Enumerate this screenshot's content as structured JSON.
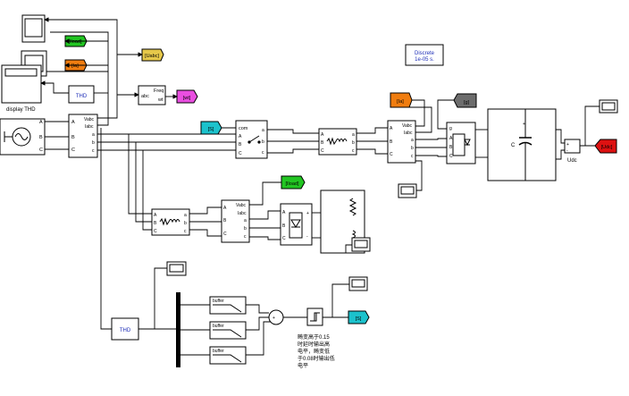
{
  "tags": {
    "iload_top": "[Iload]",
    "ia_left": "[Ia]",
    "uabc": "[Uabc]",
    "wt": "[wt]",
    "s_from": "[S]",
    "ia_right": "[Ia]",
    "g": "[g]",
    "iload_mid": "[Iload]",
    "s_goto": "[S]",
    "udc": "[Udc]"
  },
  "blocks": {
    "display_thd_label": "display THD",
    "thd_top": "THD",
    "thd_bottom": "THD",
    "freq": "Freq",
    "abc": "abc",
    "wt_port": "wt",
    "powergui_line1": "Discrete",
    "powergui_line2": "1e-05 s.",
    "com": "com",
    "udc_label": "Udc",
    "capacitor": "C",
    "buffer1": "buffer",
    "buffer2": "buffer",
    "buffer3": "buffer"
  },
  "ports": {
    "vabc": "Vabc",
    "iabc": "Iabc",
    "A": "A",
    "B": "B",
    "C": "C",
    "a": "a",
    "b": "b",
    "c": "c",
    "g": "g",
    "plus": "+",
    "minus": "-"
  },
  "annotation": {
    "line1": "畸变高于0.15",
    "line2": "时延时输出高",
    "line3": "电平，畸变低",
    "line4": "于0.08时输出低",
    "line5": "电平"
  },
  "colors": {
    "line": "#000000",
    "green_tag": "#22c522",
    "orange_tag": "#f07d10",
    "yellow_tag": "#e6c84a",
    "magenta_tag": "#e94ee0",
    "cyan_tag": "#1cc2cc",
    "gray_tag": "#6d6d6d",
    "red_tag": "#dd1111",
    "block_text_blue": "#1f2fb8"
  }
}
